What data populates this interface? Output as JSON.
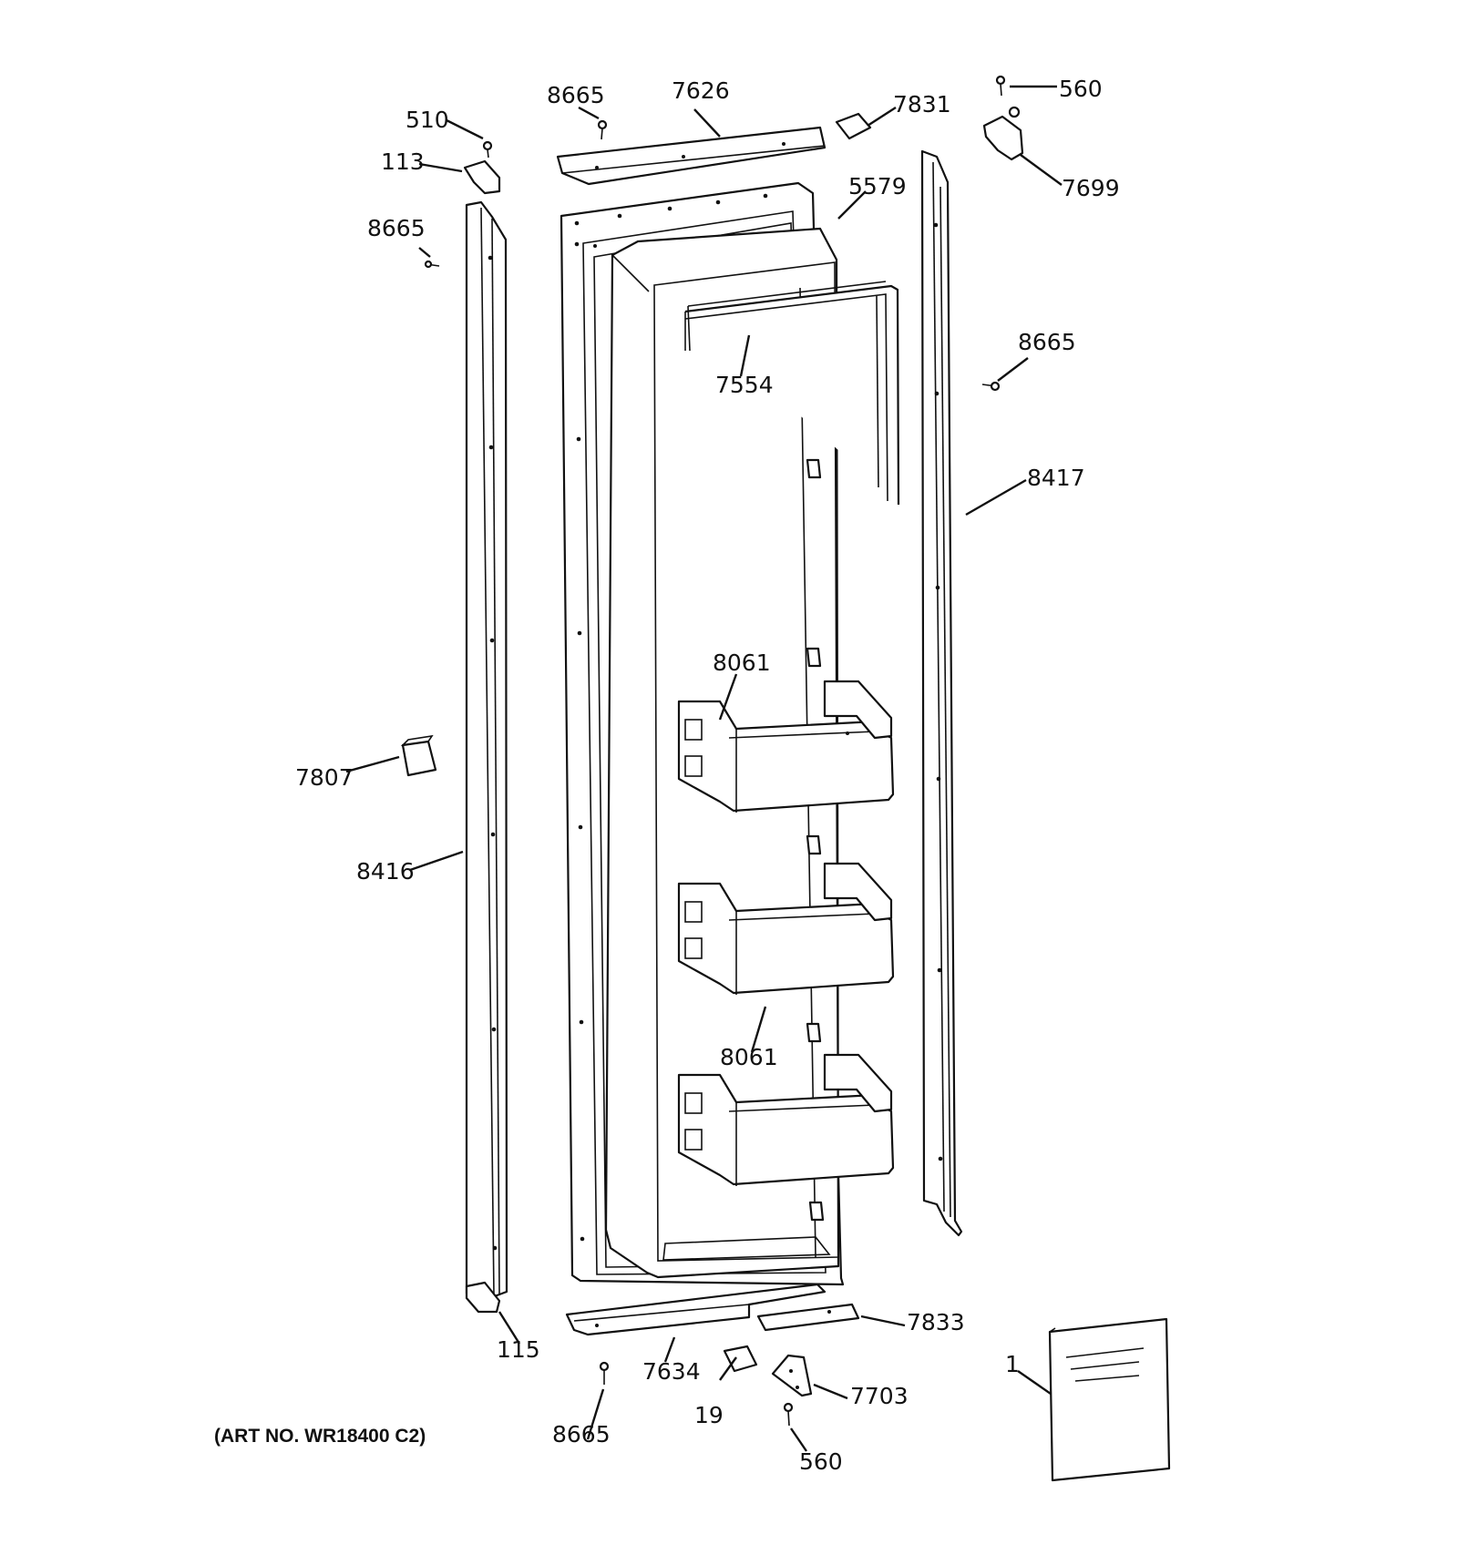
{
  "callouts": {
    "c510": "510",
    "c113": "113",
    "c8665_top": "8665",
    "c7626": "7626",
    "c7831": "7831",
    "c560_top": "560",
    "c7699": "7699",
    "c5579": "5579",
    "c8665_left": "8665",
    "c7554": "7554",
    "c8665_right": "8665",
    "c8417": "8417",
    "c8061_top": "8061",
    "c7807": "7807",
    "c8416": "8416",
    "c8061_mid": "8061",
    "c115": "115",
    "c7833": "7833",
    "c7634": "7634",
    "c1": "1",
    "c7703": "7703",
    "c19": "19",
    "c8665_bottom": "8665",
    "c560_bottom": "560"
  },
  "art_number": "(ART NO. WR18400 C2)"
}
